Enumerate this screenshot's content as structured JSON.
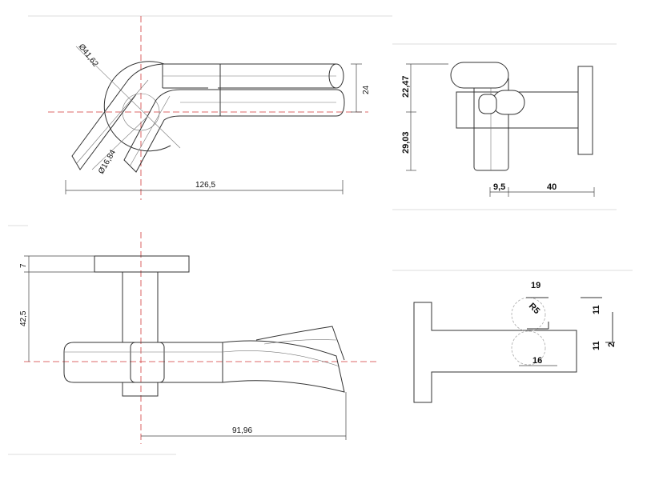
{
  "drawing": {
    "top_view": {
      "dim_large_diameter": "Ø41,62",
      "dim_small_diameter": "Ø16,84",
      "dim_height": "24",
      "dim_total_length": "126,5"
    },
    "side_view": {
      "dim_upper": "22,47",
      "dim_lower": "29,03",
      "dim_offset": "9,5",
      "dim_length": "40"
    },
    "front_view": {
      "dim_plate": "7",
      "dim_stem": "42,5",
      "dim_length": "91,96"
    },
    "section_view": {
      "dim_width": "19",
      "dim_radius": "R5",
      "dim_inner": "16",
      "dim_height_upper": "11",
      "dim_height_lower": "11",
      "dim_gap": "2"
    },
    "colors": {
      "centerline": "#d23a3a",
      "line": "#333333"
    }
  }
}
